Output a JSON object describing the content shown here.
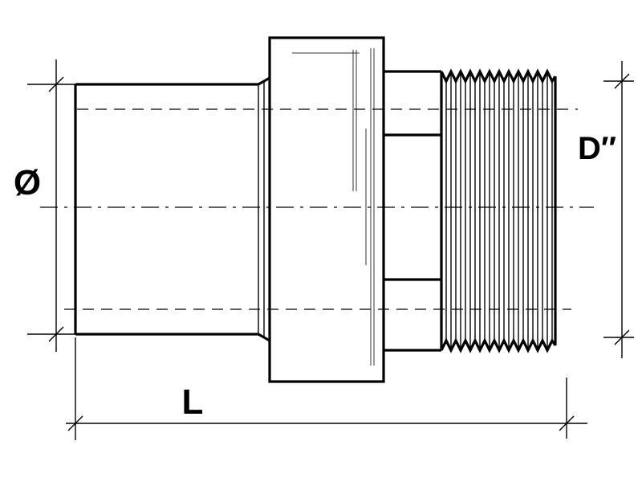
{
  "labels": {
    "diameter": "Ø",
    "length": "L",
    "thread_size": "D″"
  },
  "colors": {
    "line": "#000000",
    "background": "#ffffff"
  }
}
